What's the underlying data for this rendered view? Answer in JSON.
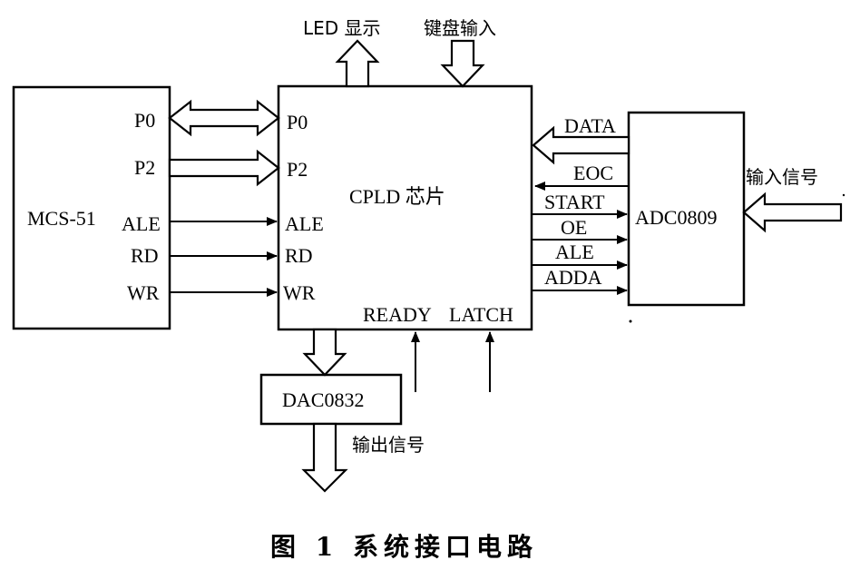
{
  "blocks": {
    "mcs51": "MCS-51",
    "cpld": "CPLD 芯片",
    "adc": "ADC0809",
    "dac": "DAC0832"
  },
  "mcs_pins": [
    "P0",
    "P2",
    "ALE",
    "RD",
    "WR"
  ],
  "cpld_left_pins": [
    "P0",
    "P2",
    "ALE",
    "RD",
    "WR"
  ],
  "cpld_right_signals": [
    "DATA",
    "EOC",
    "START",
    "OE",
    "ALE",
    "ADDA"
  ],
  "cpld_bottom_labels": [
    "READY",
    "LATCH"
  ],
  "top_labels": {
    "led": "LED 显示",
    "keyboard": "键盘输入"
  },
  "input_signal": "输入信号",
  "output_signal": "输出信号",
  "caption": "图 1   系统接口电路"
}
